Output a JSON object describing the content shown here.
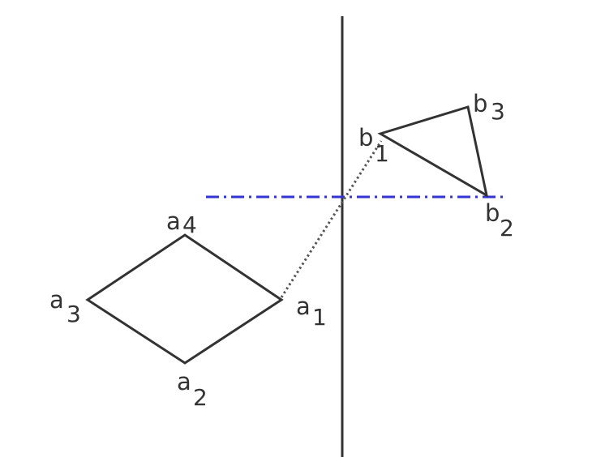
{
  "colors": {
    "stroke": "#333333",
    "axis_dashdot": "#3333d6",
    "background": "#ffffff"
  },
  "figure": {
    "polygon_a": {
      "name": "a",
      "vertex_labels": [
        {
          "id": "a1",
          "letter": "a",
          "index": "1"
        },
        {
          "id": "a2",
          "letter": "a",
          "index": "2"
        },
        {
          "id": "a3",
          "letter": "a",
          "index": "3"
        },
        {
          "id": "a4",
          "letter": "a",
          "index": "4"
        }
      ]
    },
    "polygon_b": {
      "name": "b",
      "vertex_labels": [
        {
          "id": "b1",
          "letter": "b",
          "index": "1"
        },
        {
          "id": "b2",
          "letter": "b",
          "index": "2"
        },
        {
          "id": "b3",
          "letter": "b",
          "index": "3"
        }
      ]
    },
    "lines": {
      "vertical_axis": "solid",
      "horizontal_axis": "dash-dot",
      "connector_a1_b1": "dotted"
    }
  }
}
